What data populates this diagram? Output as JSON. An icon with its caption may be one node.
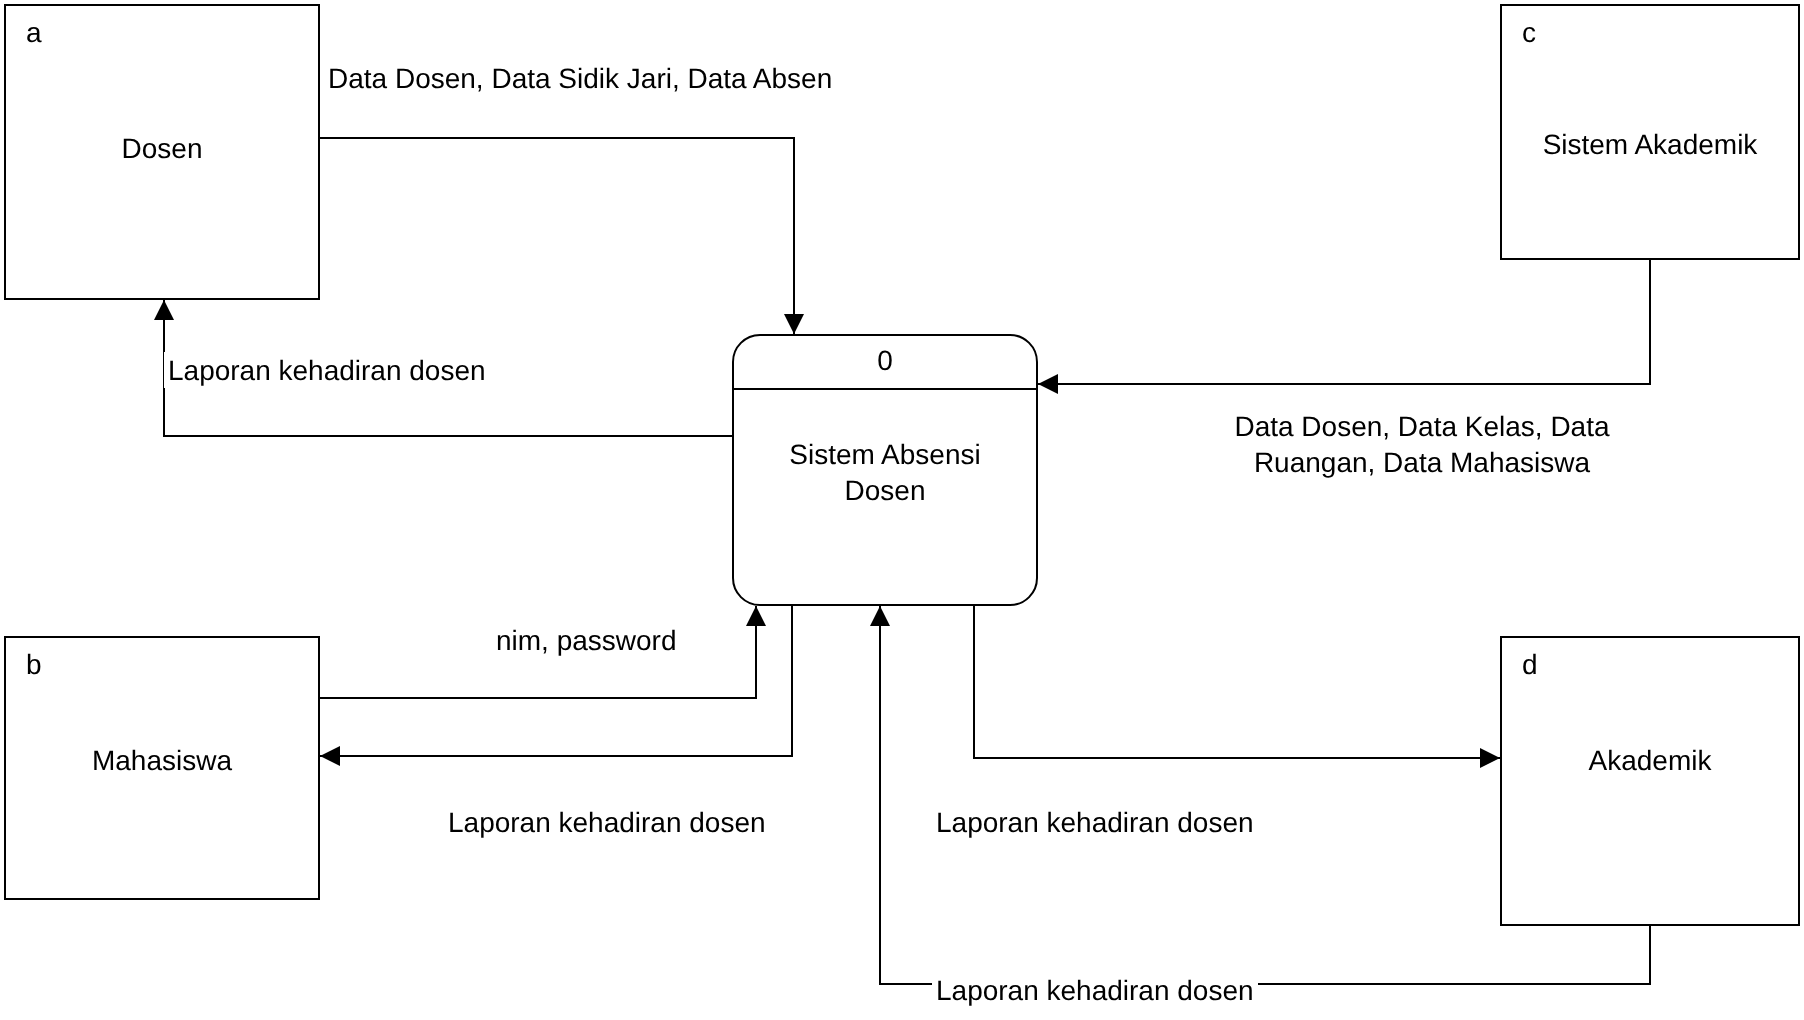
{
  "diagram": {
    "nodes": [
      {
        "text": [
          "a",
          "Dosen"
        ]
      },
      {
        "text": [
          "c",
          "Sistem Akademik"
        ]
      },
      {
        "text": [
          "0",
          "Sistem Absensi Dosen"
        ]
      },
      {
        "text": [
          "b",
          "Mahasiswa"
        ]
      },
      {
        "text": [
          "d",
          "Akademik"
        ]
      }
    ],
    "edges": [
      {
        "from": 0,
        "to": 2,
        "arrow": "to",
        "label": "Data Dosen, Data Sidik Jari, Data Absen"
      },
      {
        "from": 2,
        "to": 0,
        "arrow": "to",
        "label": "Laporan kehadiran dosen"
      },
      {
        "from": 1,
        "to": 2,
        "arrow": "to",
        "label": "Data Dosen, Data Kelas, Data Ruangan, Data Mahasiswa"
      },
      {
        "from": 3,
        "to": 2,
        "arrow": "to",
        "label": "nim, password"
      },
      {
        "from": 2,
        "to": 3,
        "arrow": "to",
        "label": "Laporan kehadiran dosen"
      },
      {
        "from": 2,
        "to": 4,
        "arrow": "to",
        "label": "Laporan kehadiran dosen"
      },
      {
        "from": 4,
        "to": 2,
        "arrow": "to",
        "label": "Laporan kehadiran dosen"
      }
    ]
  }
}
